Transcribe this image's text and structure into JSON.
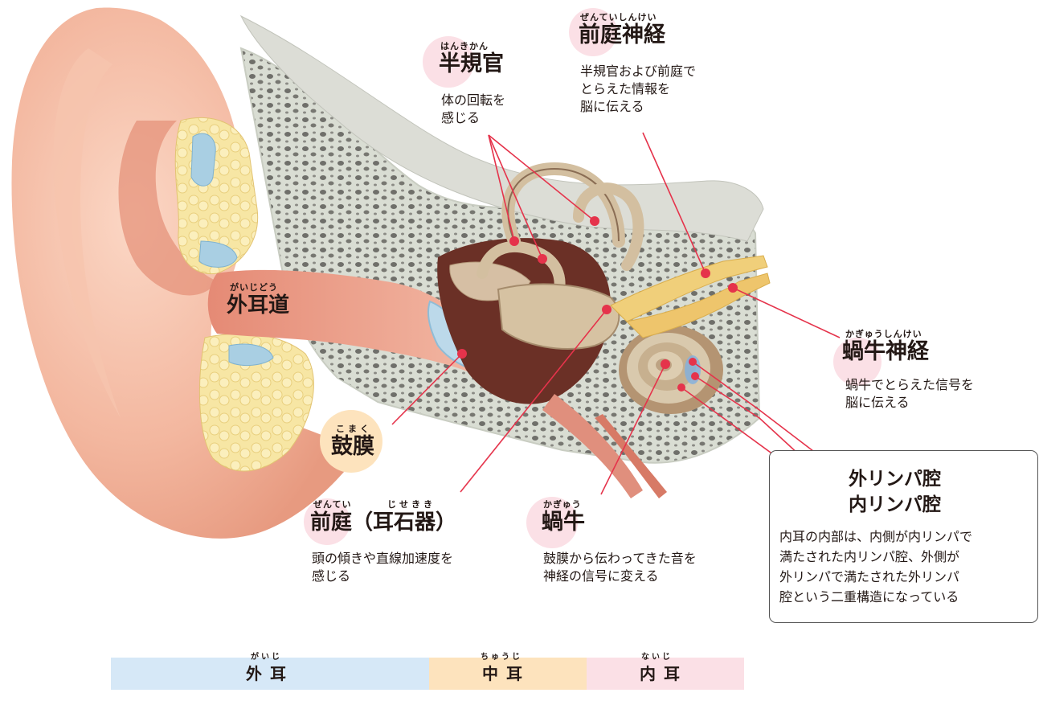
{
  "labels": {
    "hankikan": {
      "ruby": "はんきかん",
      "title": "半規官",
      "desc": [
        "体の回転を",
        "感じる"
      ]
    },
    "zentei_shinkei": {
      "ruby": "ぜんていしんけい",
      "title": "前庭神経",
      "desc": [
        "半規官および前庭で",
        "とらえた情報を",
        "脳に伝える"
      ]
    },
    "gaijidou": {
      "ruby": "がいじどう",
      "title": "外耳道"
    },
    "kagyuu_shinkei": {
      "ruby": "かぎゅうしんけい",
      "title": "蝸牛神経",
      "desc": [
        "蝸牛でとらえた信号を",
        "脳に伝える"
      ]
    },
    "komaku": {
      "ruby": "こまく",
      "title": "鼓膜"
    },
    "zentei": {
      "ruby_a": "ぜんてい",
      "ruby_b": "じせきき",
      "title": "前庭（耳石器）",
      "desc": [
        "頭の傾きや直線加速度を",
        "感じる"
      ]
    },
    "kagyuu": {
      "ruby": "かぎゅう",
      "title": "蝸牛",
      "desc": [
        "鼓膜から伝わってきた音を",
        "神経の信号に変える"
      ]
    }
  },
  "lymph_box": {
    "line1": "外リンパ腔",
    "line2": "内リンパ腔",
    "desc": [
      "内耳の内部は、内側が内リンパで",
      "満たされた内リンパ腔、外側が",
      "外リンパで満たされた外リンパ",
      "腔という二重構造になっている"
    ]
  },
  "regions": [
    {
      "ruby": "がいじ",
      "label": "外耳",
      "color": "#d6e8f7"
    },
    {
      "ruby": "ちゅうじ",
      "label": "中耳",
      "color": "#fde3bd"
    },
    {
      "ruby": "ないじ",
      "label": "内耳",
      "color": "#fbe0e6"
    }
  ],
  "colors": {
    "leader_line": "#e5334b",
    "pink_circle": "#fbe0e6",
    "peach_circle": "#fde3bd"
  }
}
